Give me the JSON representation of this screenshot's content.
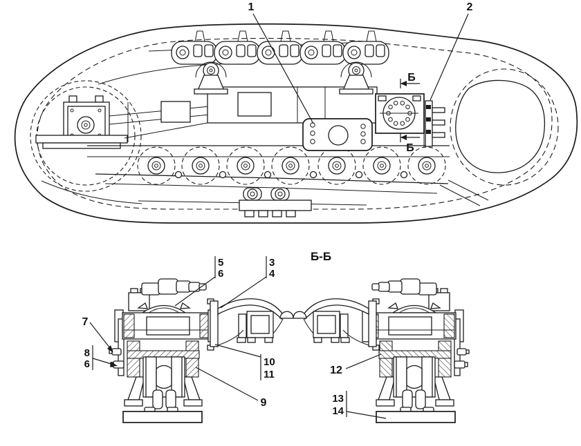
{
  "figure": {
    "section_label": "Б-Б",
    "view_marker": "Б",
    "callouts": {
      "n1": "1",
      "n2": "2",
      "n3": "3",
      "n4": "4",
      "n5": "5",
      "n6": "6",
      "n7": "7",
      "n8": "8",
      "n6b": "6",
      "n9": "9",
      "n10": "10",
      "n11": "11",
      "n12": "12",
      "n13": "13",
      "n14": "14"
    }
  }
}
